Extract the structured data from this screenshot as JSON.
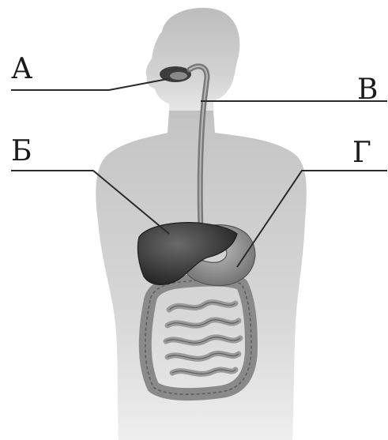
{
  "labels": {
    "a": "А",
    "b": "В",
    "v": "Б",
    "g": "Г"
  },
  "colors": {
    "body_silhouette": "#c9c9c9",
    "organ_dark": "#3a3a3a",
    "intestine": "#8e8e8e",
    "esophagus": "#7a7a7a",
    "leader_line": "#2a2a2a"
  }
}
